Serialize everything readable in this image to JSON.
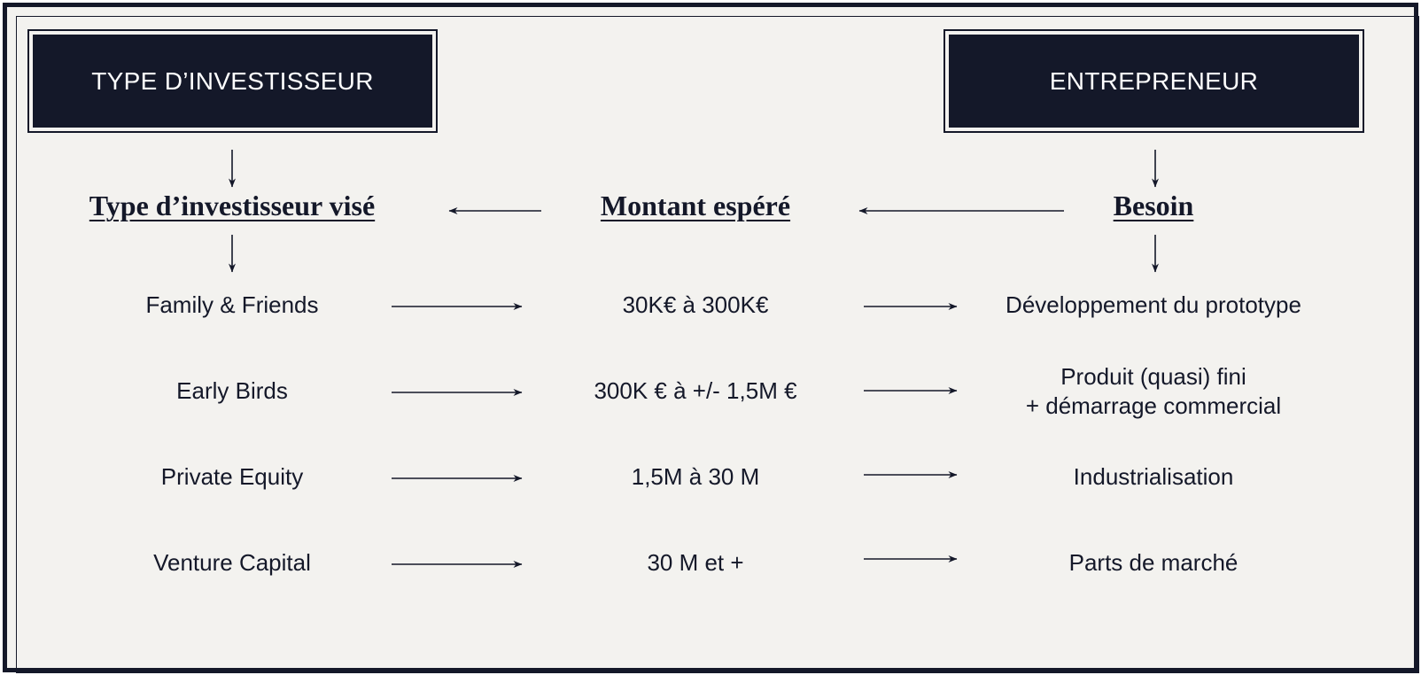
{
  "headers": {
    "left": "TYPE D’INVESTISSEUR",
    "right": "ENTREPRENEUR"
  },
  "columns": {
    "investor_title": "Type d’investisseur visé",
    "amount_title": "Montant espéré",
    "need_title": "Besoin"
  },
  "rows": [
    {
      "investor": "Family & Friends",
      "amount": "30K€ à 300K€",
      "need": "Développement du prototype"
    },
    {
      "investor": "Early Birds",
      "amount": "300K € à +/- 1,5M €",
      "need": "Produit (quasi) fini\n+ démarrage commercial"
    },
    {
      "investor": "Private Equity",
      "amount": "1,5M à 30 M",
      "need": "Industrialisation"
    },
    {
      "investor": "Venture Capital",
      "amount": "30 M et +",
      "need": "Parts de marché"
    }
  ],
  "colors": {
    "ink": "#141829",
    "paper": "#f3f2ef"
  }
}
